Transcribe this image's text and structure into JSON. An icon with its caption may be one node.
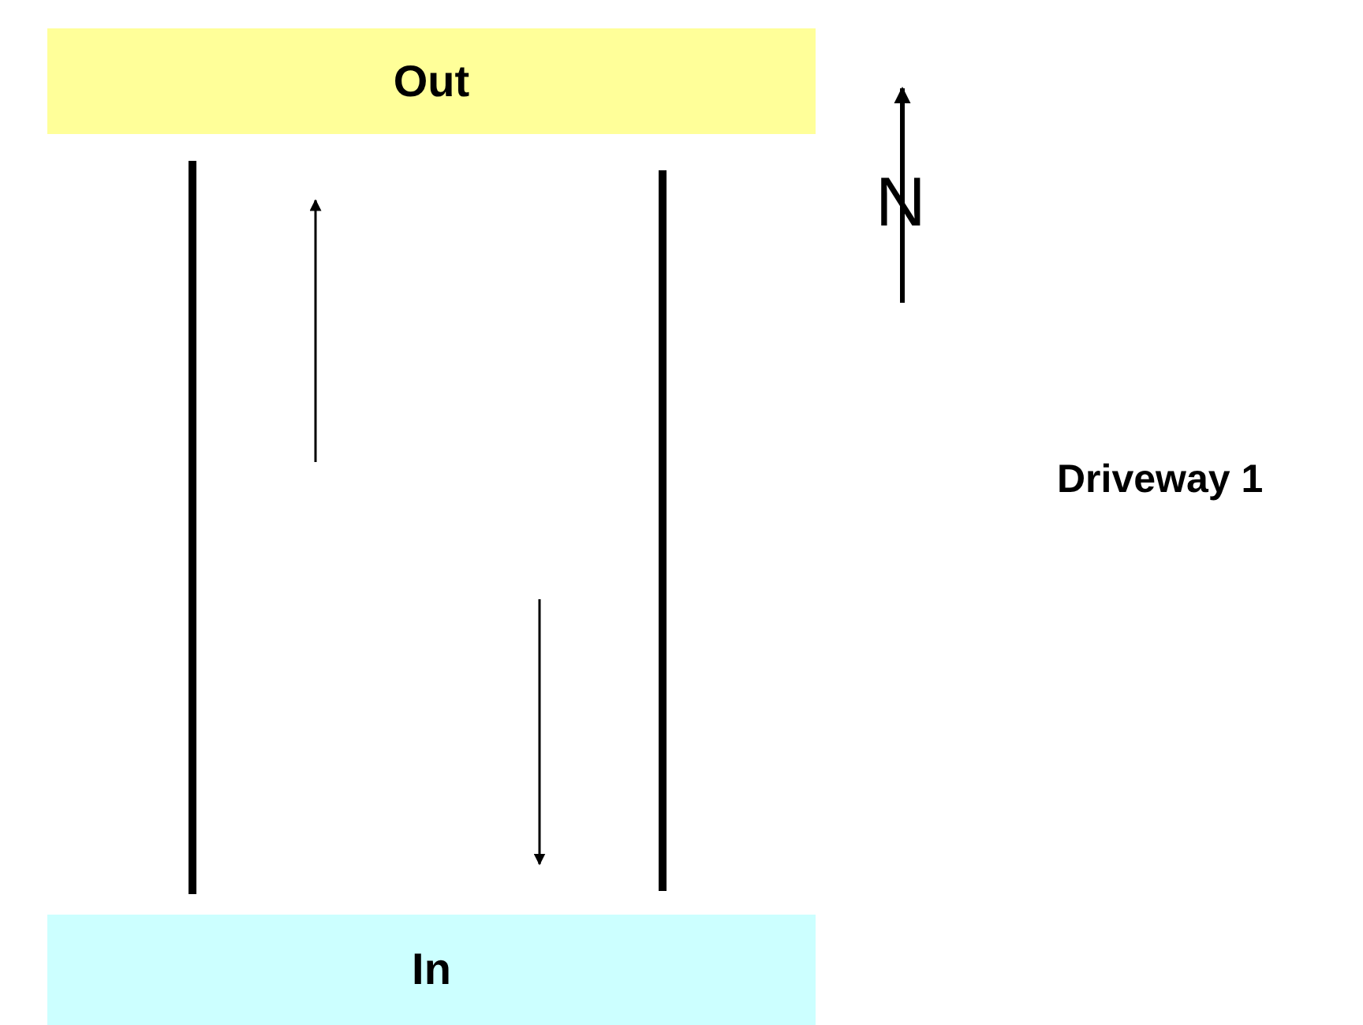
{
  "diagram": {
    "nodes": [
      {
        "text": [
          "Out"
        ]
      },
      {
        "text": [
          "In"
        ]
      }
    ],
    "labels": [
      "N",
      "Driveway 1"
    ]
  }
}
